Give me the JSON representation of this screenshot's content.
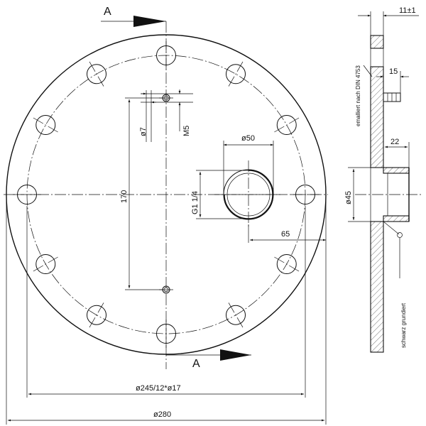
{
  "labels": {
    "section_top": "A",
    "section_bottom": "A",
    "dia_7": "ø7",
    "m5": "M5",
    "dim_170": "170",
    "g_thread": "G1 1/4",
    "dia_50": "ø50",
    "dim_65": "65",
    "bolt_circle": "ø245/12*ø17",
    "dia_280": "ø280",
    "dim_11": "11±1",
    "dim_15": "15",
    "dim_22": "22",
    "dia_45": "ø45",
    "note_enamel": "emalliert nach DIN 4753",
    "note_primer": "schwarz grundiert"
  }
}
